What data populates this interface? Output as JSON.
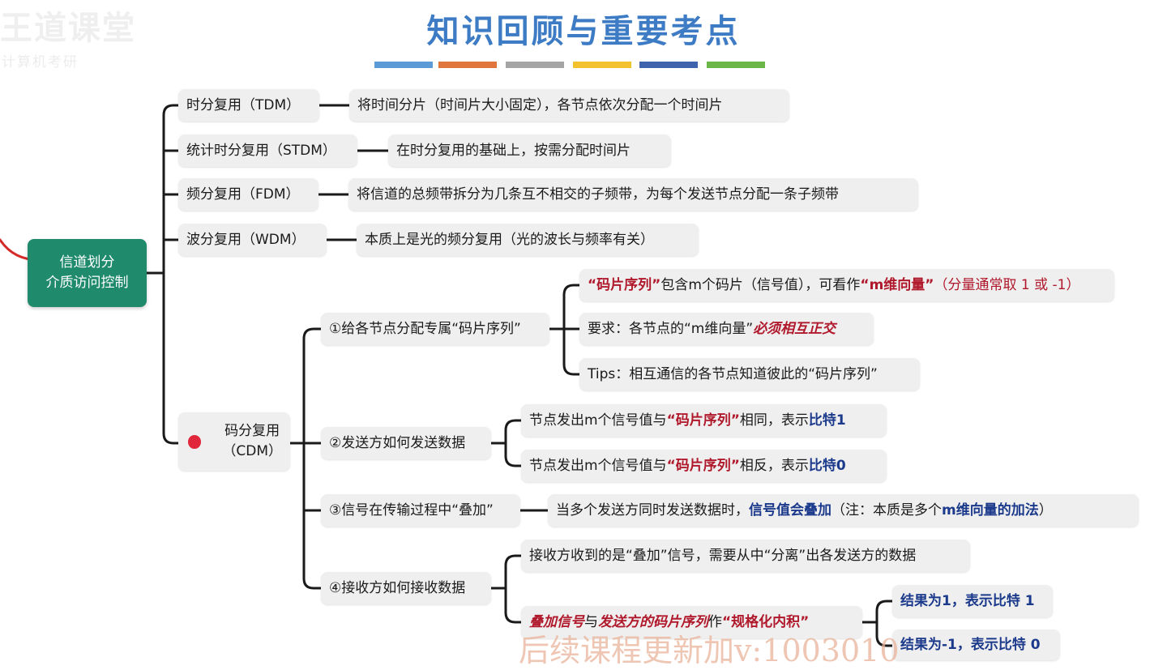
{
  "title": "知识回顾与重要考点",
  "color_bars": [
    "#5a9bd5",
    "#e0763c",
    "#a5a5a5",
    "#f2c12e",
    "#3f63ad",
    "#6bb549"
  ],
  "watermark": {
    "logo": "王道课堂",
    "sub": "计算机考研",
    "footer": "后续课程更新加v:1003010"
  },
  "root": {
    "line1": "信道划分",
    "line2": "介质访问控制"
  },
  "branches": [
    {
      "label": "时分复用（TDM）",
      "desc": "将时间分片（时间片大小固定），各节点依次分配一个时间片"
    },
    {
      "label": "统计时分复用（STDM）",
      "desc": "在时分复用的基础上，按需分配时间片"
    },
    {
      "label": "频分复用（FDM）",
      "desc": "将信道的总频带拆分为几条互不相交的子频带，为每个发送节点分配一条子频带"
    },
    {
      "label": "波分复用（WDM）",
      "desc": "本质上是光的频分复用（光的波长与频率有关）"
    }
  ],
  "cdm": {
    "label_line1": "码分复用",
    "label_line2": "（CDM）",
    "dot_icon": "red-dot-icon",
    "steps": [
      {
        "label": "①给各节点分配专属“码片序列”",
        "items": [
          {
            "p1": "“码片序列”",
            "p2": "包含m个码片（信号值），可看作",
            "p3": "“m维向量”",
            "p4": "（分量通常取 1 或 -1）"
          },
          {
            "p1": "要求：各节点的“m维向量”",
            "p2": "必须相互正交"
          },
          {
            "p1": "Tips：相互通信的各节点知道彼此的“码片序列”"
          }
        ]
      },
      {
        "label": "②发送方如何发送数据",
        "items": [
          {
            "p1": "节点发出m个信号值与",
            "p2": "“码片序列”",
            "p3": "相同，表示",
            "p4": "比特1"
          },
          {
            "p1": "节点发出m个信号值与",
            "p2": "“码片序列”",
            "p3": "相反，表示",
            "p4": "比特0"
          }
        ]
      },
      {
        "label": "③信号在传输过程中“叠加”",
        "items": [
          {
            "p1": "当多个发送方同时发送数据时，",
            "p2": "信号值会叠加",
            "p3": "（注：本质是多个 ",
            "p4": "m维向量的加法",
            "p5": "）"
          }
        ]
      },
      {
        "label": "④接收方如何接收数据",
        "items": [
          {
            "p1": "接收方收到的是“叠加”信号，需要从中“分离”出各发送方的数据"
          },
          {
            "p1": "叠加信号",
            "p2": " 与 ",
            "p3": "发送方的码片序列",
            "p4": " 作",
            "p5": "“规格化内积”"
          }
        ],
        "results": [
          "结果为1，表示比特 1",
          "结果为-1，表示比特 0"
        ]
      }
    ]
  }
}
